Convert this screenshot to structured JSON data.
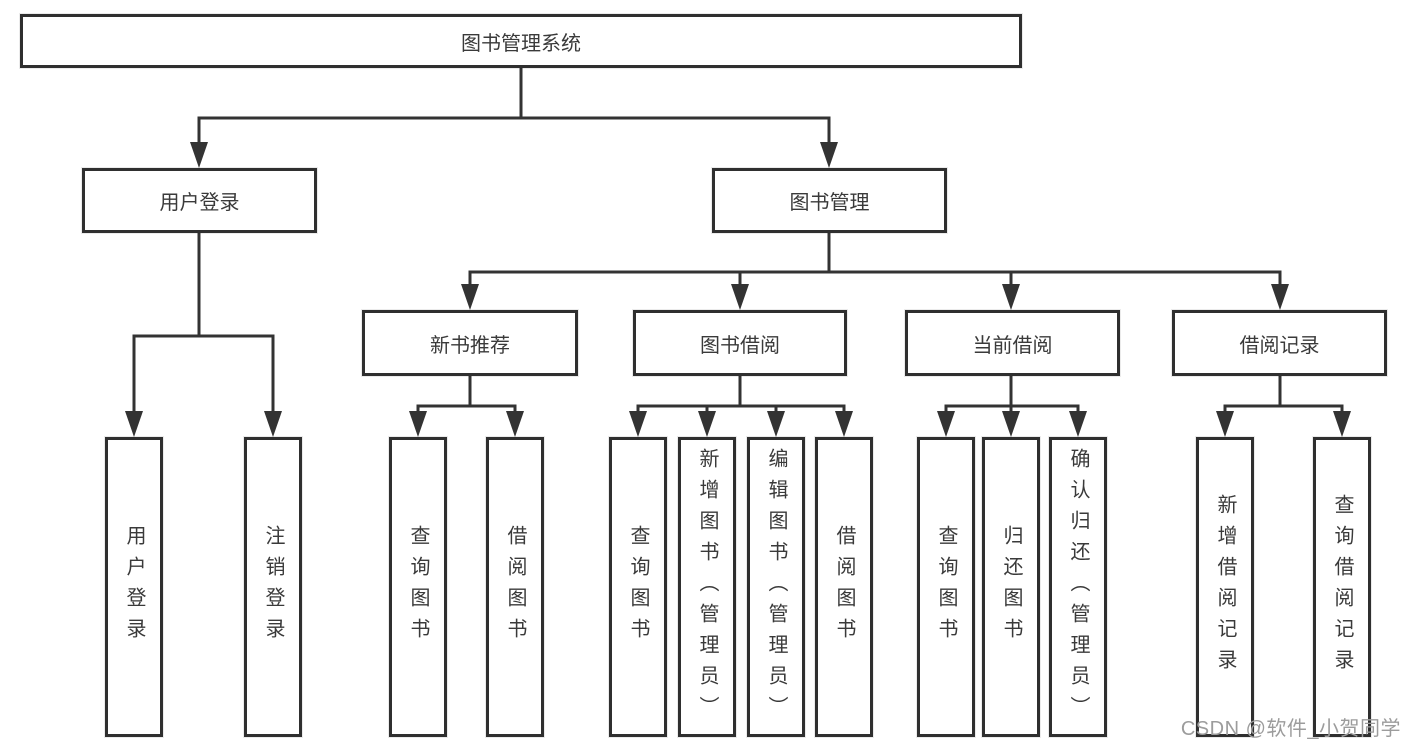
{
  "colors": {
    "background": "#ffffff",
    "line": "#333333",
    "box_border": "#2f2f2f",
    "text": "#3a3a3a",
    "watermark": "#9c9c9c"
  },
  "tree": {
    "root": {
      "label": "图书管理系统"
    },
    "branches": [
      {
        "label": "用户登录",
        "children": [
          {
            "label": "用户登录"
          },
          {
            "label": "注销登录"
          }
        ]
      },
      {
        "label": "图书管理",
        "children": [
          {
            "label": "新书推荐",
            "children": [
              {
                "label": "查询图书"
              },
              {
                "label": "借阅图书"
              }
            ]
          },
          {
            "label": "图书借阅",
            "children": [
              {
                "label": "查询图书"
              },
              {
                "label": "新增图书（管理员）"
              },
              {
                "label": "编辑图书（管理员）"
              },
              {
                "label": "借阅图书"
              }
            ]
          },
          {
            "label": "当前借阅",
            "children": [
              {
                "label": "查询图书"
              },
              {
                "label": "归还图书"
              },
              {
                "label": "确认归还（管理员）"
              }
            ]
          },
          {
            "label": "借阅记录",
            "children": [
              {
                "label": "新增借阅记录"
              },
              {
                "label": "查询借阅记录"
              }
            ]
          }
        ]
      }
    ]
  },
  "watermark": {
    "text": "CSDN @软件_小贺同学"
  }
}
